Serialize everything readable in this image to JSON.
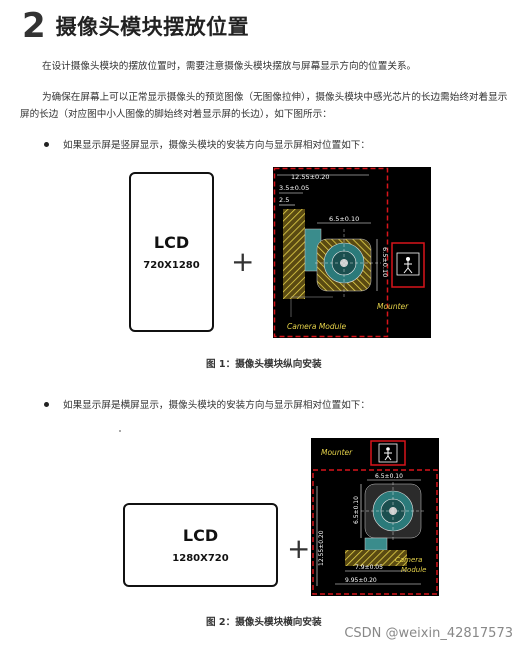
{
  "heading": {
    "number": "2",
    "title": "摄像头模块摆放位置"
  },
  "paragraphs": {
    "p1": "在设计摄像头模块的摆放位置时，需要注意摄像头模块摆放与屏幕显示方向的位置关系。",
    "p2": "为确保在屏幕上可以正常显示摄像头的预览图像（无图像拉伸），摄像头模块中感光芯片的长边需始终对着显示屏的长边（对应图中小人图像的脚始终对着显示屏的长边），如下图所示："
  },
  "figure1": {
    "bullet": "如果显示屏是竖屏显示，摄像头模块的安装方向与显示屏相对位置如下：",
    "lcd_name": "LCD",
    "lcd_resolution": "720X1280",
    "plus": "+",
    "dims": {
      "d1": "12.55±0.20",
      "d2": "3.5±0.05",
      "d3": "2.5",
      "d4": "6.5±0.10",
      "d5": "6.5±0.10"
    },
    "mounter_label": "Mounter",
    "module_label": "Camera Module",
    "caption": "图 1：摄像头模块纵向安装"
  },
  "figure2": {
    "bullet": "如果显示屏是横屏显示，摄像头模块的安装方向与显示屏相对位置如下：",
    "lcd_name": "LCD",
    "lcd_resolution": "1280X720",
    "plus": "+",
    "dims": {
      "d1": "6.5±0.10",
      "d2": "6.5±0.10",
      "d3": "12.55±0.20",
      "d4": "7.9±0.05",
      "d5": "9.95±0.20"
    },
    "mounter_label": "Mounter",
    "module_label_1": "Camera",
    "module_label_2": "Module",
    "caption": "图 2：摄像头模块横向安装"
  },
  "watermark": "CSDN @weixin_42817573",
  "colors": {
    "red": "#d8141b",
    "yellow": "#e6d34a",
    "teal": "#3a8c8c",
    "drawing_bg": "#000000"
  }
}
